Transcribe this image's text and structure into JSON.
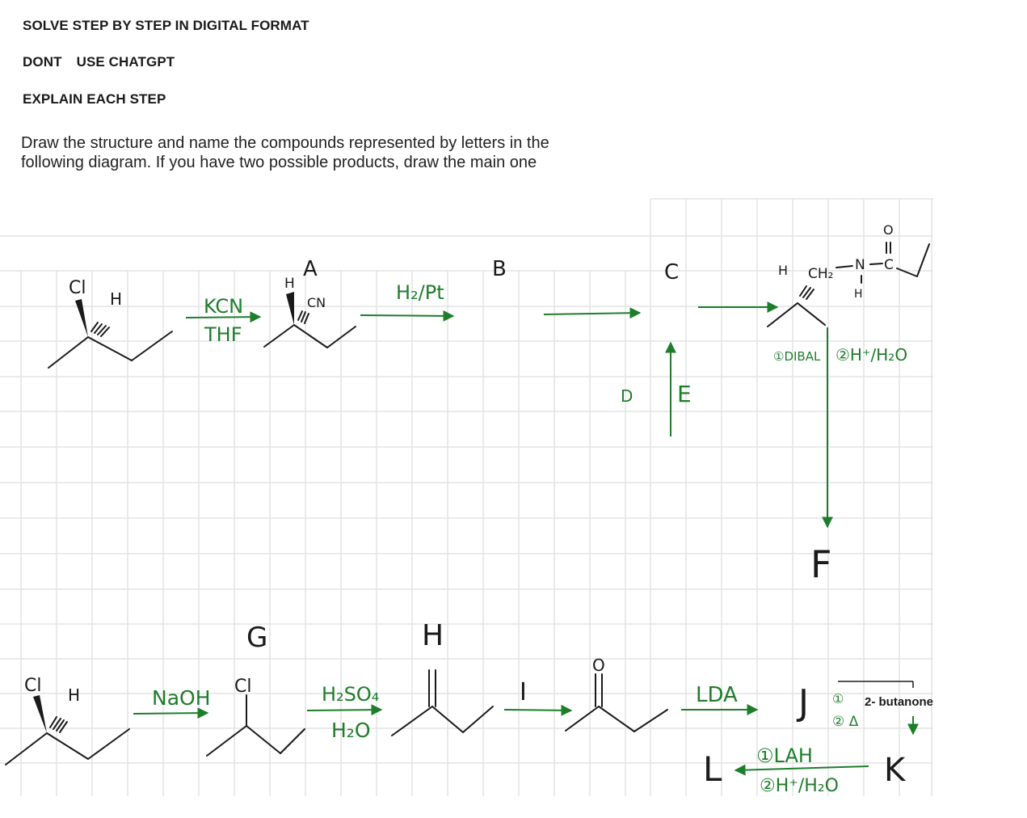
{
  "header": {
    "line1": "SOLVE STEP BY STEP IN DIGITAL FORMAT",
    "line2_a": "DONT",
    "line2_b": "USE CHATGPT",
    "line3": "EXPLAIN EACH STEP"
  },
  "question": "Draw the structure and name the compounds represented by letters in the following diagram. If you have two possible products, draw the main one",
  "atoms": {
    "cl": "Cl",
    "h": "H",
    "cn": "CN",
    "ch2": "CH₂",
    "n": "N",
    "c": "C",
    "o": "O"
  },
  "letters": {
    "A": "A",
    "B": "B",
    "C": "C",
    "D": "D",
    "E": "E",
    "F": "F",
    "G": "G",
    "H": "H",
    "I": "I",
    "J": "J",
    "K": "K",
    "L": "L"
  },
  "reagents": {
    "kcn": "KCN",
    "thf": "THF",
    "h2pt": "H₂/Pt",
    "dibal": "①DIBAL",
    "acid_water": "②H⁺/H₂O",
    "naoh": "NaOH",
    "h2so4": "H₂SO₄",
    "h2o": "H₂O",
    "lda": "LDA",
    "j_step1_num": "①",
    "j_step1_text": "2- butanone",
    "j_step2": "② Δ",
    "lah": "①LAH",
    "lah_workup": "②H⁺/H₂O"
  },
  "colors": {
    "ink": "#1a1a1a",
    "reagent_green": "#1e7d2b",
    "grid": "#e3e3e3"
  }
}
